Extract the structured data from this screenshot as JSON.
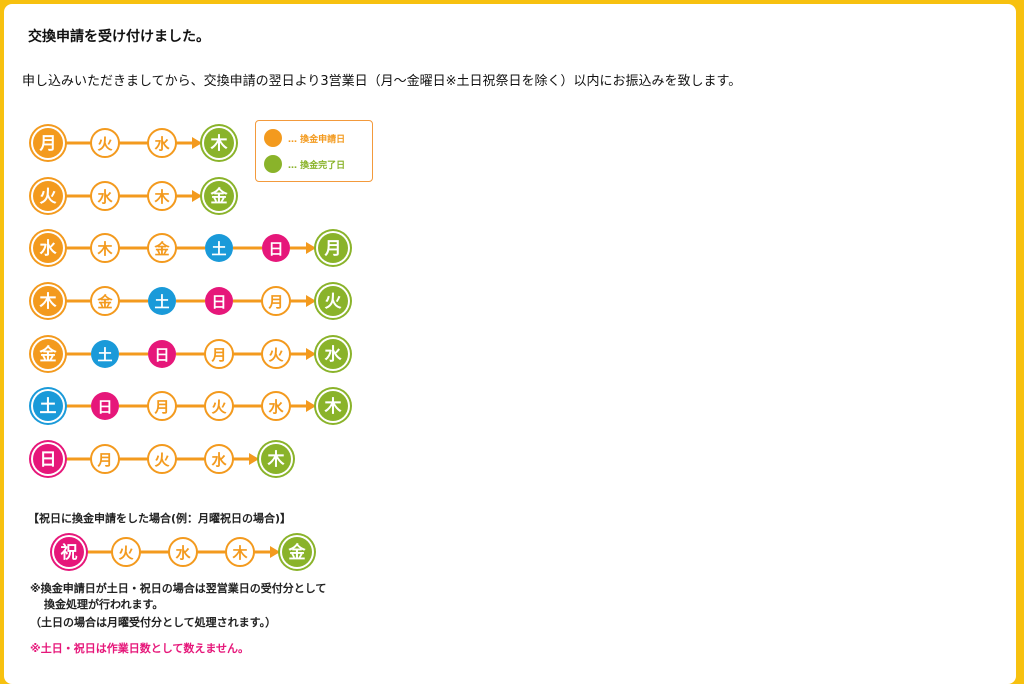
{
  "page": {
    "title": "交換申請を受け付けました。",
    "description": "申し込みいただきましてから、交換申請の翌日より3営業日（月～金曜日※土日祝祭日を除く）以内にお振込みを致します。"
  },
  "legend": {
    "request_label": "… 換金申請日",
    "complete_label": "… 換金完了日"
  },
  "schedule_rows": [
    [
      "月",
      "火",
      "水",
      "木"
    ],
    [
      "火",
      "水",
      "木",
      "金"
    ],
    [
      "水",
      "木",
      "金",
      "土",
      "日",
      "月"
    ],
    [
      "木",
      "金",
      "土",
      "日",
      "月",
      "火"
    ],
    [
      "金",
      "土",
      "日",
      "月",
      "火",
      "水"
    ],
    [
      "土",
      "日",
      "月",
      "火",
      "水",
      "木"
    ],
    [
      "日",
      "月",
      "火",
      "水",
      "木"
    ]
  ],
  "holiday": {
    "heading": "【祝日に換金申請をした場合(例：月曜祝日の場合)】",
    "row": [
      "祝",
      "火",
      "水",
      "木",
      "金"
    ],
    "note_line1": "※換金申請日が土日・祝日の場合は翌営業日の受付分として",
    "note_line2": "換金処理が行われます。",
    "note_line3": "（土日の場合は月曜受付分として処理されます。）",
    "note_pink": "※土日・祝日は作業日数として数えません。"
  },
  "colors": {
    "weekday_orange": "#f39a1e",
    "complete_green": "#8ab32a",
    "saturday_blue": "#1a9ad9",
    "sunday_pink": "#e6177a",
    "border_yellow": "#f7c10f"
  }
}
